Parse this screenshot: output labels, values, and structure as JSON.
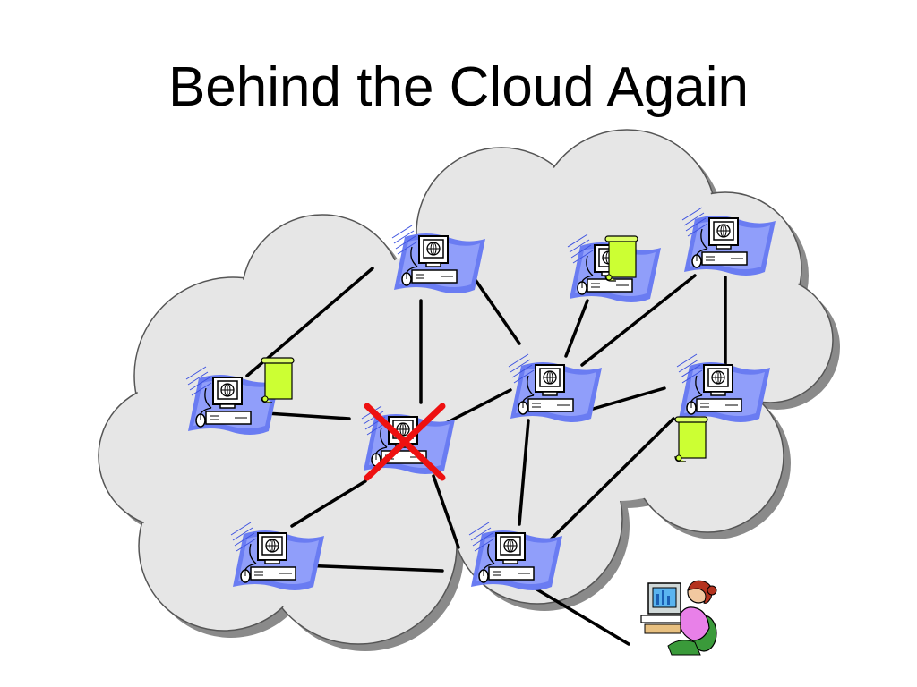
{
  "slide": {
    "title": "Behind the Cloud Again"
  },
  "diagram": {
    "nodes": [
      {
        "id": "n-top-center",
        "icon": "networked-computer-icon"
      },
      {
        "id": "n-top-right-doc",
        "icon": "networked-computer-icon",
        "doc": true
      },
      {
        "id": "n-far-top-right",
        "icon": "networked-computer-icon"
      },
      {
        "id": "n-left",
        "icon": "networked-computer-icon"
      },
      {
        "id": "n-center-failed",
        "icon": "networked-computer-icon",
        "failed": true
      },
      {
        "id": "n-center-right",
        "icon": "networked-computer-icon"
      },
      {
        "id": "n-right",
        "icon": "networked-computer-icon"
      },
      {
        "id": "n-bottom-left",
        "icon": "networked-computer-icon"
      },
      {
        "id": "n-bottom-center",
        "icon": "networked-computer-icon"
      }
    ],
    "documents": [
      "scroll-document-icon",
      "scroll-document-icon",
      "scroll-document-icon"
    ],
    "user": "user-at-computer-icon",
    "failure_marker": "red-x-icon",
    "colors": {
      "cloud_fill": "#e6e6e6",
      "cloud_shadow": "#8a8a8a",
      "wave": "#6a7cf2",
      "scroll": "#ccff33",
      "x_mark": "#ee1111",
      "link": "#000000"
    }
  }
}
